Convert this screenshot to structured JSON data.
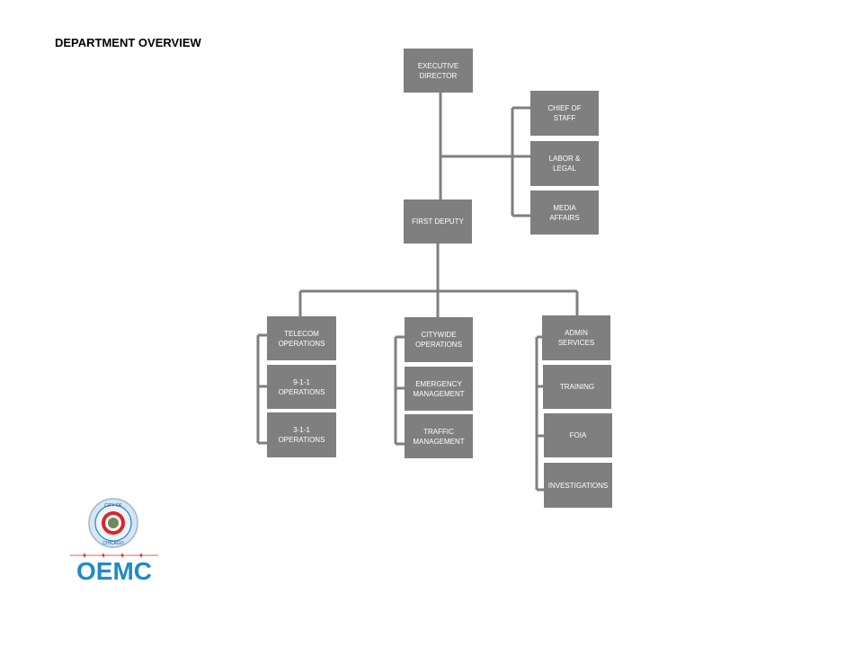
{
  "title": "DEPARTMENT OVERVIEW",
  "nodes": {
    "executive_director": "EXECUTIVE\nDIRECTOR",
    "chief_of_staff": "CHIEF OF\nSTAFF",
    "labor_legal": "LABOR &\nLEGAL",
    "media_affairs": "MEDIA\nAFFAIRS",
    "first_deputy": "FIRST DEPUTY",
    "telecom_operations": "TELECOM\nOPERATIONS",
    "ops_911": "9-1-1\nOPERATIONS",
    "ops_311": "3-1-1\nOPERATIONS",
    "citywide_operations": "CITYWIDE\nOPERATIONS",
    "emergency_management": "EMERGENCY\nMANAGEMENT",
    "traffic_management": "TRAFFIC\nMANAGEMENT",
    "admin_services": "ADMIN\nSERVICES",
    "training": "TRAINING",
    "foia": "FOIA",
    "investigations": "INVESTIGATIONS"
  },
  "logo": {
    "text": "OEMC",
    "seal_top": "CITY OF",
    "seal_bottom": "CHICAGO"
  },
  "colors": {
    "box": "#7f7f7f",
    "line": "#7f7f7f",
    "logo_blue": "#1f8ac8",
    "logo_red": "#d8262c"
  }
}
